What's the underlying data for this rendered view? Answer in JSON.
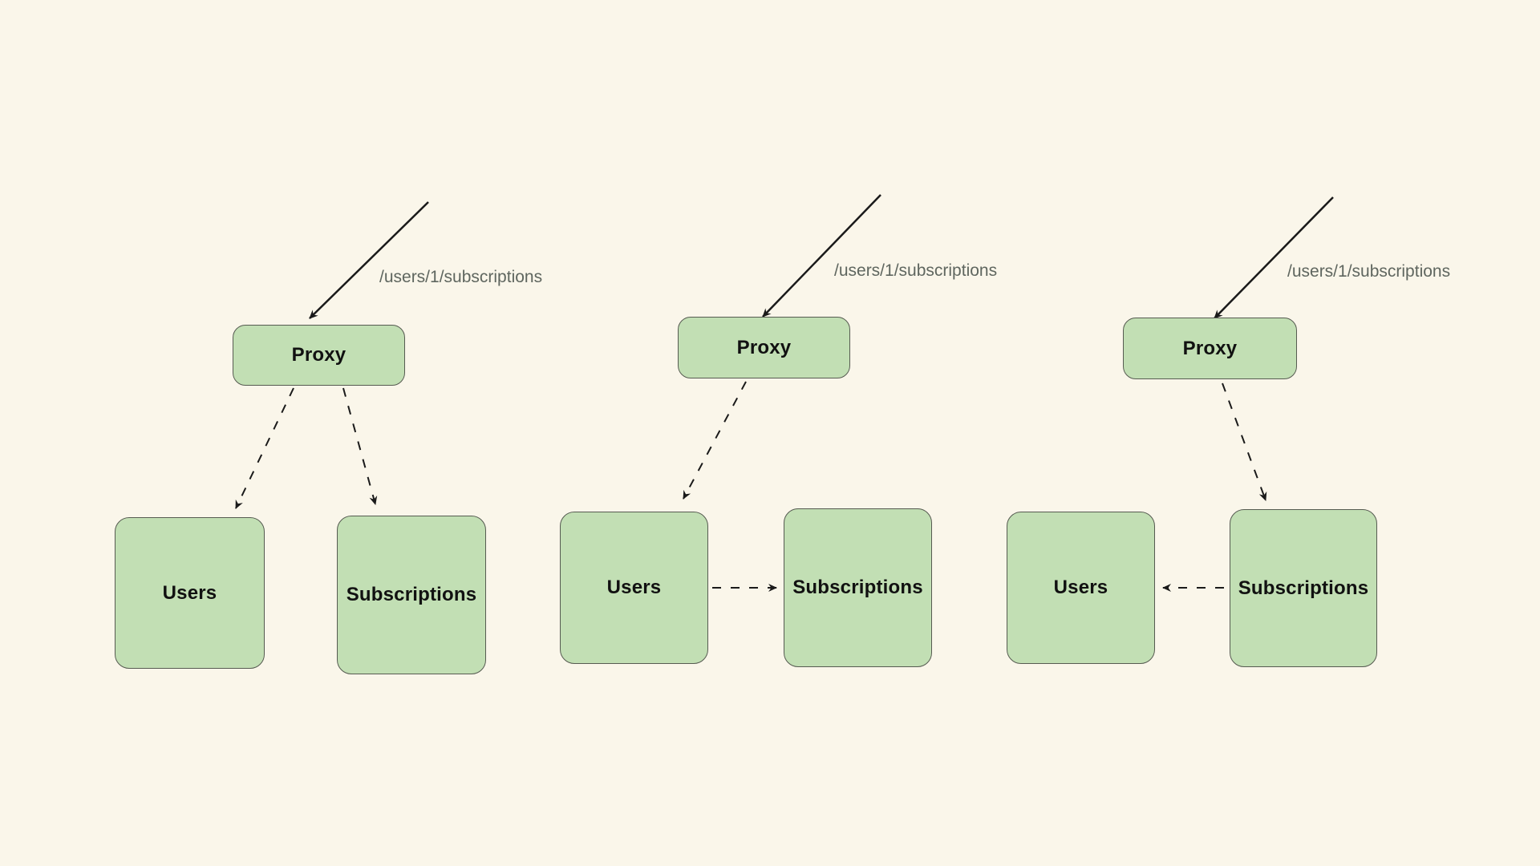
{
  "colors": {
    "background": "#faf6ea",
    "node_fill": "#c2dfb4",
    "node_border": "#565b51",
    "request_label_text": "#5f665f",
    "arrow": "#1a1a1a"
  },
  "panels": [
    {
      "request_label": "/users/1/subscriptions",
      "proxy_label": "Proxy",
      "users_label": "Users",
      "subscriptions_label": "Subscriptions"
    },
    {
      "request_label": "/users/1/subscriptions",
      "proxy_label": "Proxy",
      "users_label": "Users",
      "subscriptions_label": "Subscriptions"
    },
    {
      "request_label": "/users/1/subscriptions",
      "proxy_label": "Proxy",
      "users_label": "Users",
      "subscriptions_label": "Subscriptions"
    }
  ]
}
